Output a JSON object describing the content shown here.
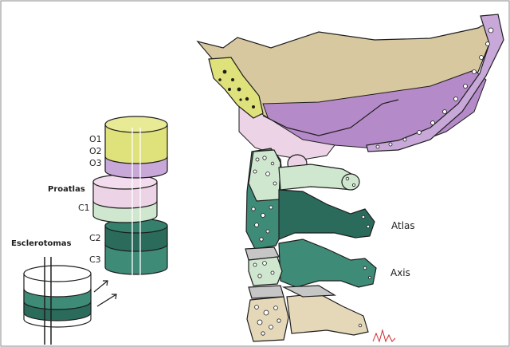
{
  "figure": {
    "segment_labels": [
      "O1",
      "O2",
      "O3",
      "C1",
      "C2",
      "C3"
    ],
    "group_labels": [
      "Proatlas",
      "Esclerotomas"
    ],
    "vertebra_labels": [
      "Atlas",
      "Axis"
    ],
    "colors": {
      "occipital_yellow": "#dfe27a",
      "occipital_lilac": "#c8a8d8",
      "proatlas_pink": "#ecd3e6",
      "c1_mint": "#cfe6cf",
      "c2_teal_dark": "#2b6b5b",
      "c3_teal": "#3e8c78",
      "skull_tan": "#d8c8a0",
      "clivus_purple": "#b58ac8",
      "bone_beige": "#e4d8b8",
      "outline": "#1e1e1e"
    }
  }
}
